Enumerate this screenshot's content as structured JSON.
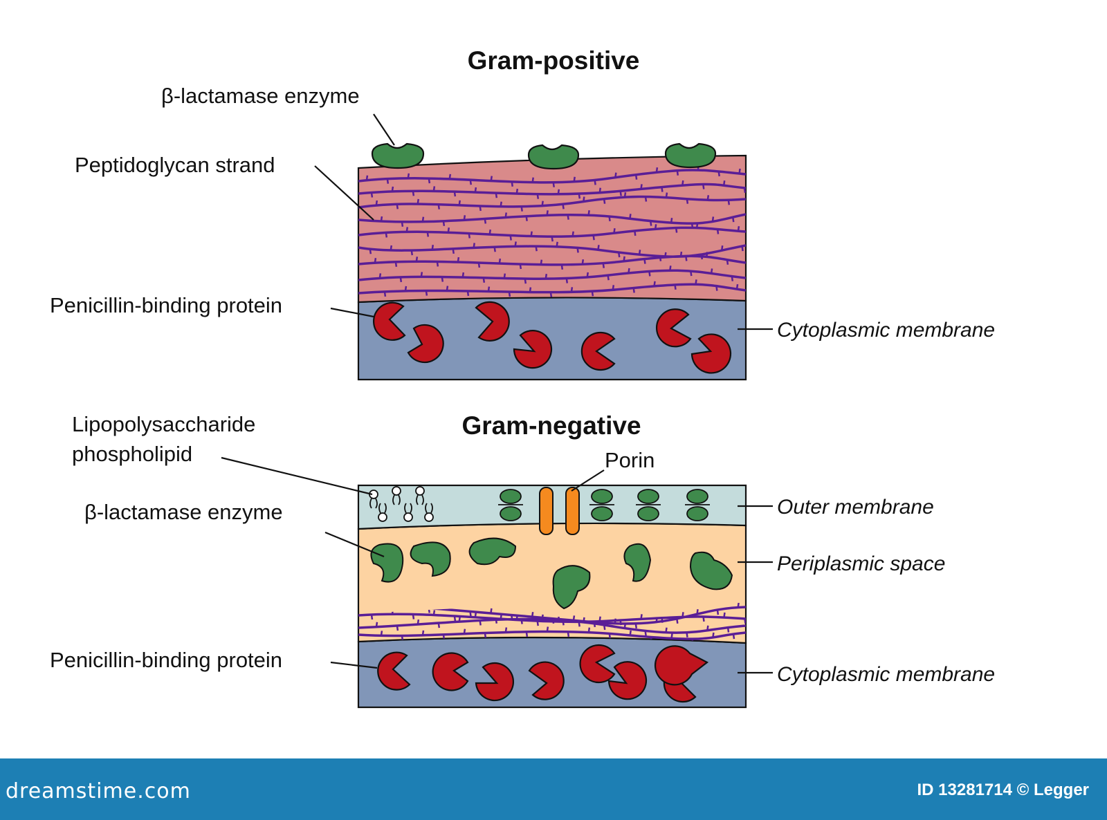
{
  "gram_positive": {
    "title": "Gram-positive",
    "labels": {
      "beta_lactamase": "β-lactamase enzyme",
      "peptidoglycan": "Peptidoglycan strand",
      "pbp": "Penicillin-binding protein",
      "cytoplasmic": "Cytoplasmic membrane"
    }
  },
  "gram_negative": {
    "title": "Gram-negative",
    "labels": {
      "lps_line1": "Lipopolysaccharide",
      "lps_line2": "phospholipid",
      "porin": "Porin",
      "beta_lactamase": "β-lactamase enzyme",
      "pbp": "Penicillin-binding protein",
      "outer": "Outer membrane",
      "periplasmic": "Periplasmic space",
      "cytoplasmic": "Cytoplasmic membrane"
    }
  },
  "footer": {
    "logo": "dreamstime.com",
    "id_text": "ID 13281714 © Legger"
  },
  "colors": {
    "peptidoglycan_layer": "#d98a8a",
    "cytoplasmic_layer": "#8196b8",
    "outer_membrane": "#c4dcdc",
    "periplasm": "#fdd3a2",
    "strand": "#5a1e96",
    "enzyme_green": "#3f8a4c",
    "pbp_red": "#c0141e",
    "porin_orange": "#f58a1f",
    "footer_bar": "#1d7fb4"
  }
}
